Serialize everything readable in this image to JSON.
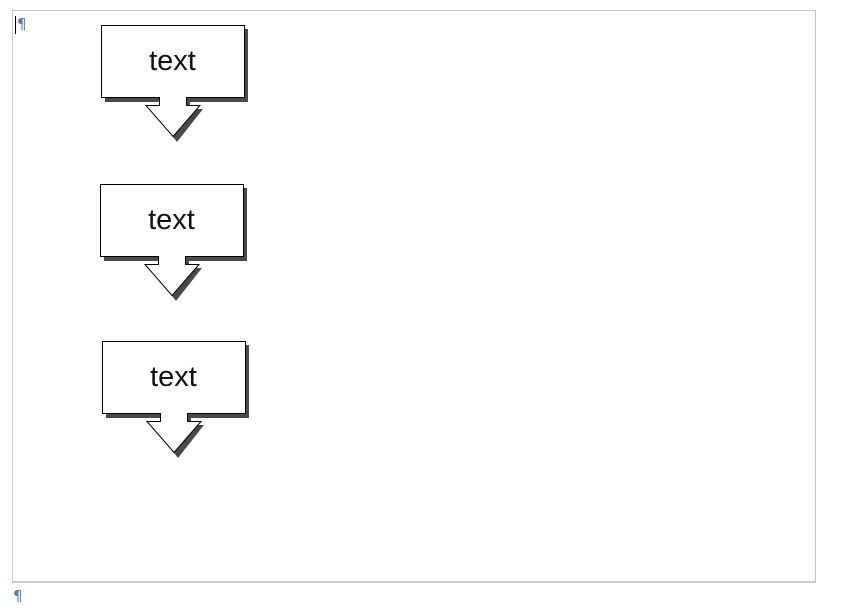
{
  "document": {
    "paragraph_mark": "¶",
    "shapes": [
      {
        "type": "down-arrow-callout",
        "text": "text"
      },
      {
        "type": "down-arrow-callout",
        "text": "text"
      },
      {
        "type": "down-arrow-callout",
        "text": "text"
      }
    ],
    "colors": {
      "shape_fill": "#ffffff",
      "shape_stroke": "#000000",
      "shape_shadow": "#4a4a4a",
      "paragraph_mark": "#4a7cc8",
      "page_border": "#c8c8c8"
    }
  }
}
